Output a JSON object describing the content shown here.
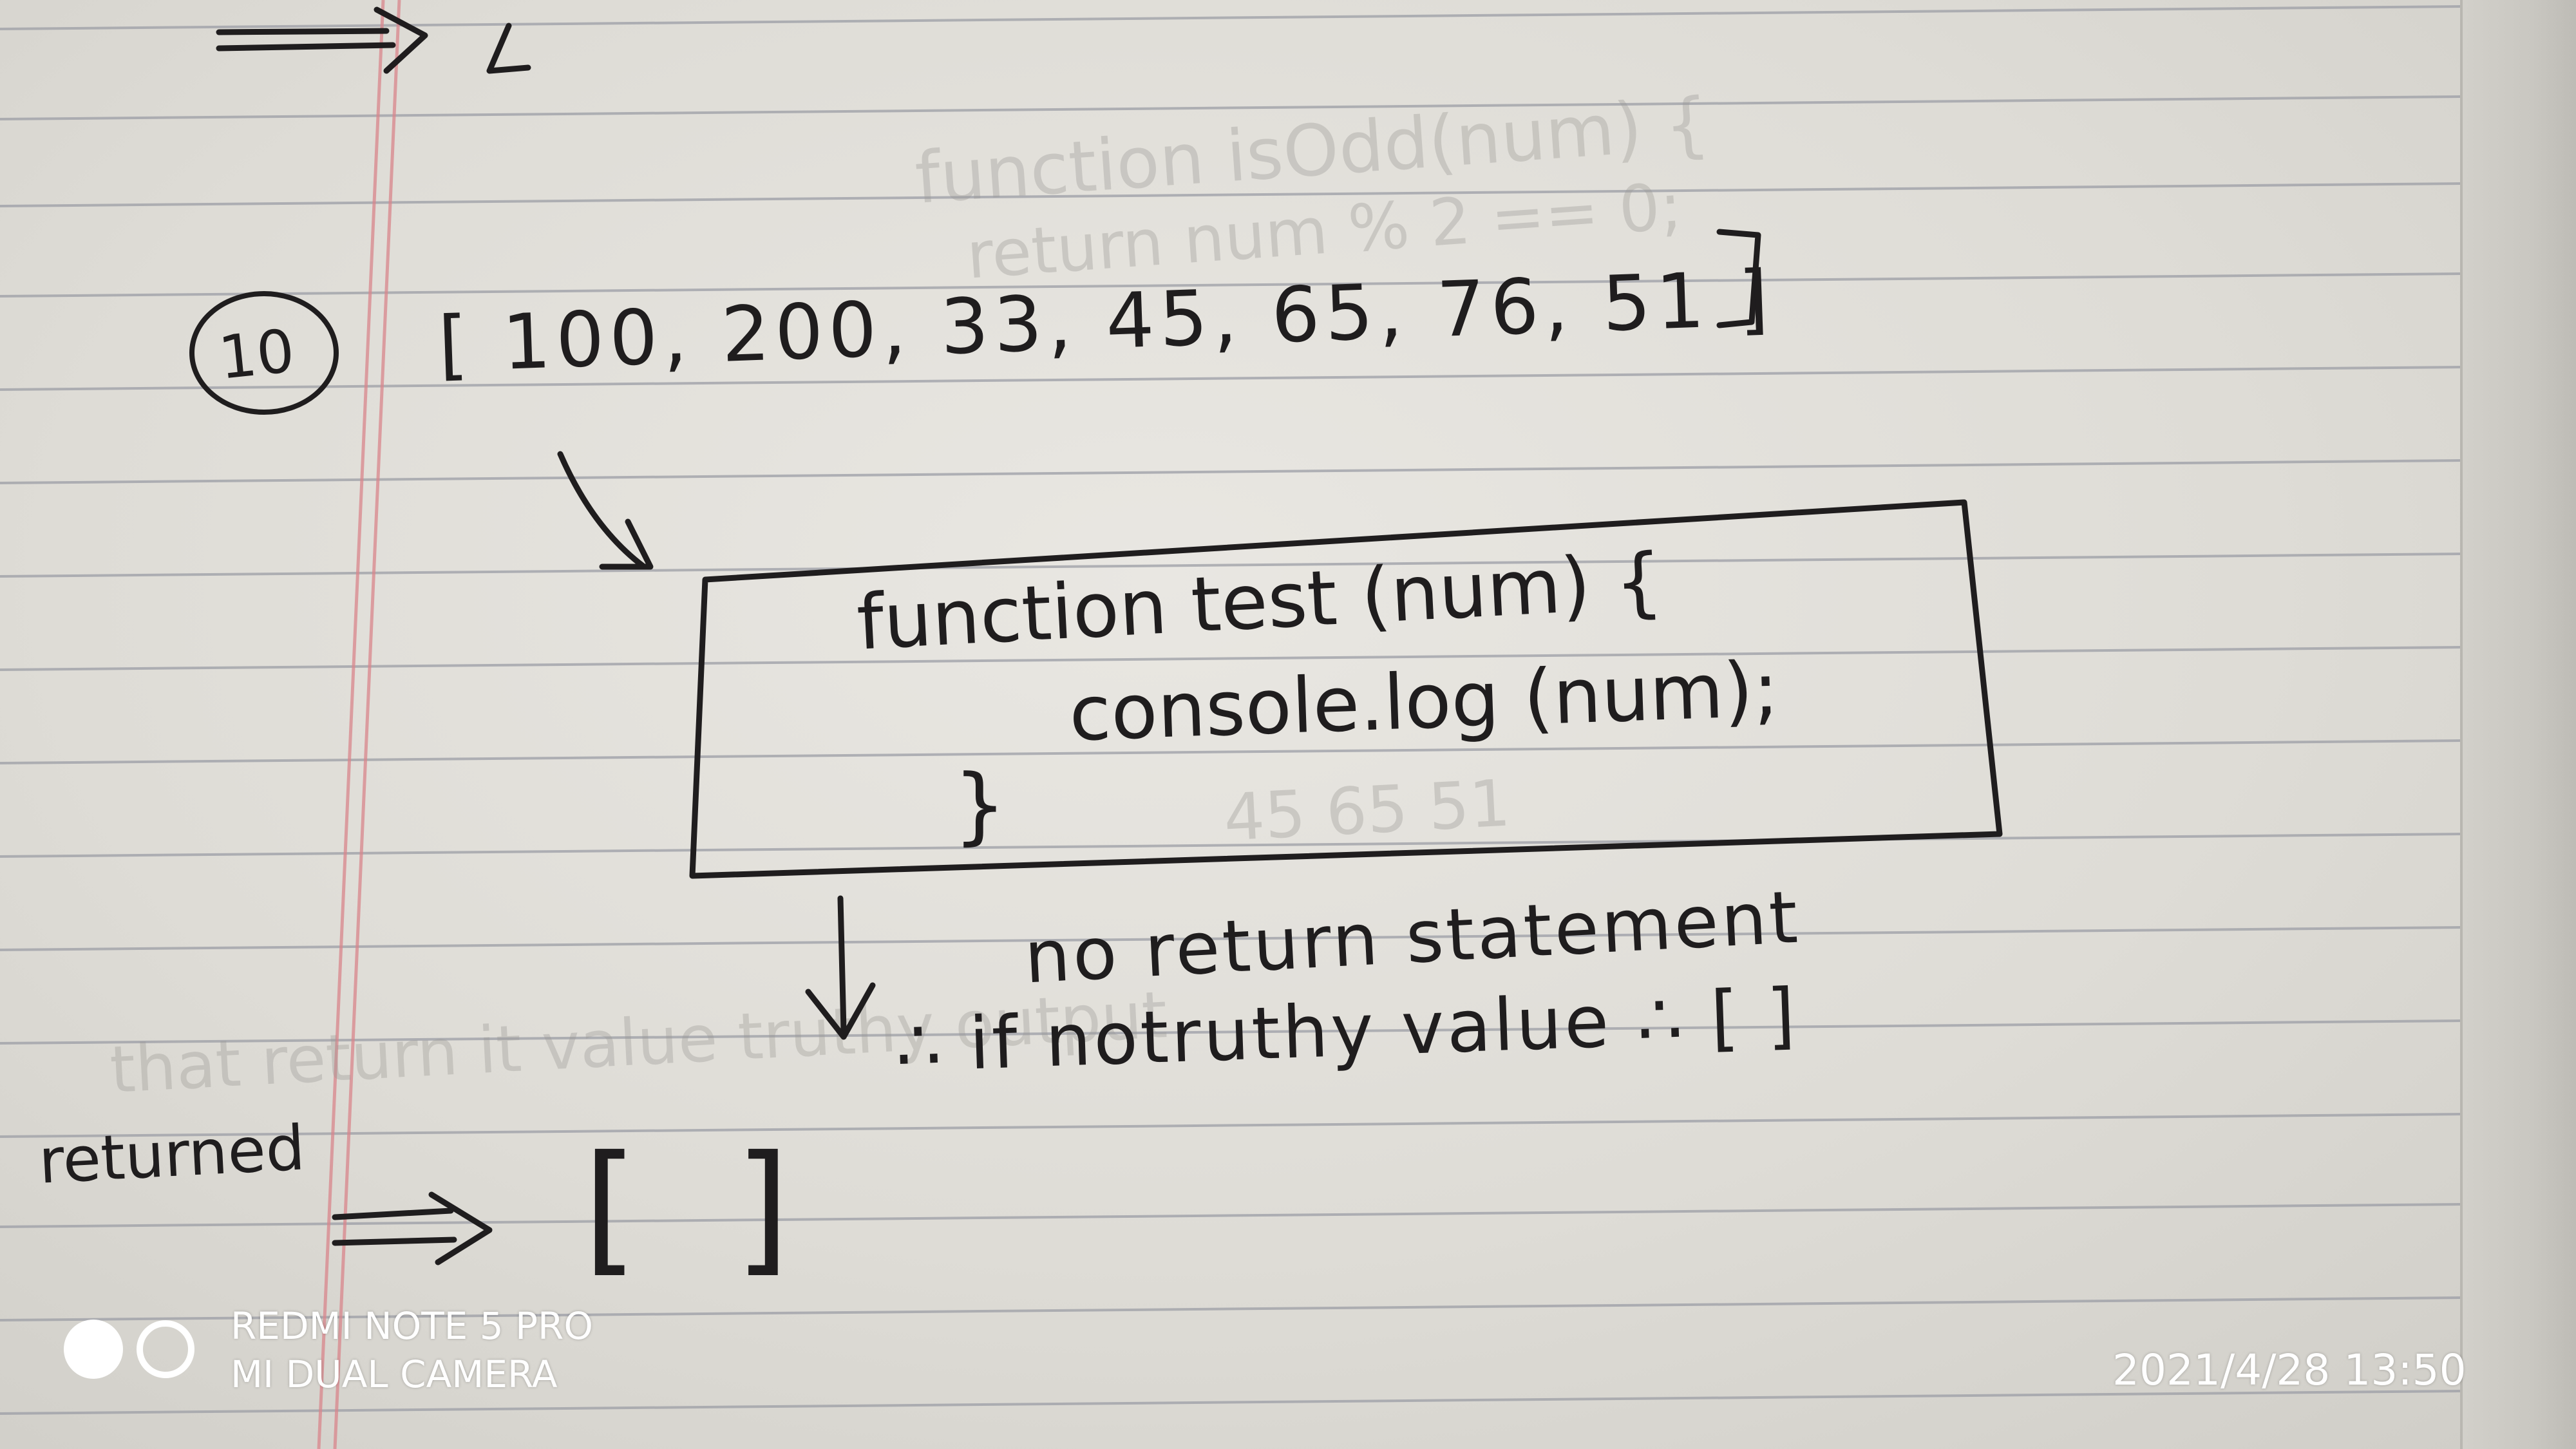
{
  "notebook": {
    "item_number": "10",
    "array_line": "[ 100, 200, 33, 45, 65, 76, 51 ]",
    "code": {
      "line1": "function   test (num) {",
      "line2": "console.log (num);",
      "line3": "}"
    },
    "note_line1": "no return statement",
    "note_line2": "∴ if  notruthy value  ∴  [ ]",
    "returned_label": "returned",
    "result": "[ ]"
  },
  "camera_watermark": {
    "model": "REDMI NOTE 5 PRO",
    "camera": "MI DUAL CAMERA",
    "timestamp": "2021/4/28  13:50"
  }
}
